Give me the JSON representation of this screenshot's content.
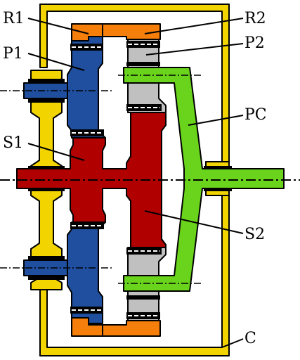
{
  "labels": {
    "r1": "R1",
    "r2": "R2",
    "p1": "P1",
    "p2": "P2",
    "pc": "PC",
    "s1": "S1",
    "s2": "S2",
    "c": "C"
  },
  "colors": {
    "casing": "#f2d500",
    "ring1": "#f57f0a",
    "ring2": "#f57f0a",
    "planet1": "#1f4f9e",
    "planet2": "#c0c0c0",
    "carrier": "#6ad41c",
    "sun": "#b00000",
    "outline": "#000000",
    "background": "#ffffff"
  }
}
